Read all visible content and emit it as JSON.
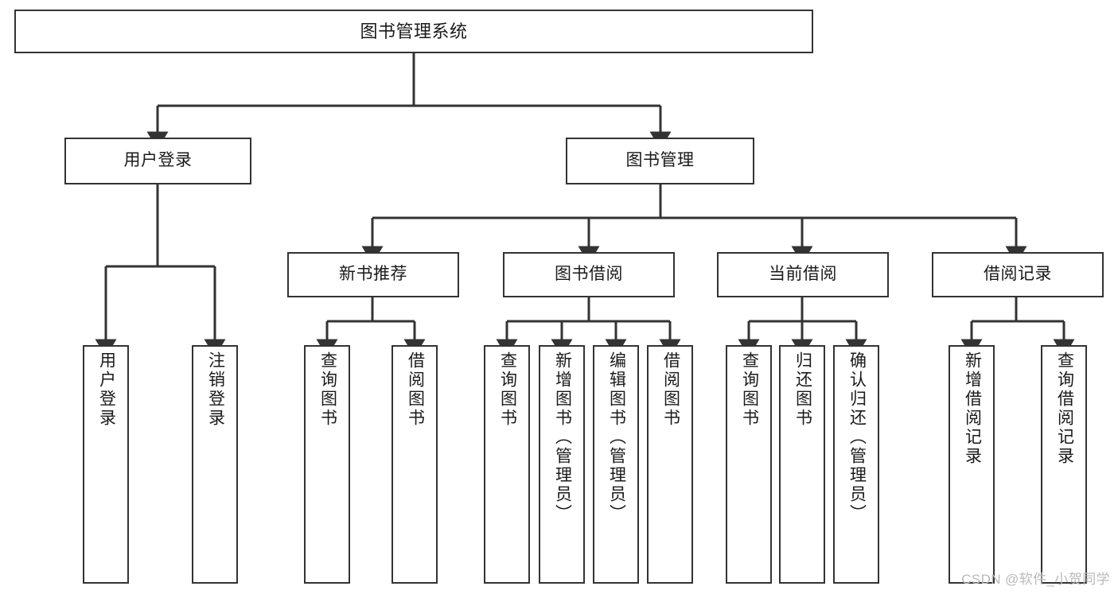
{
  "diagram": {
    "title": "图书管理系统",
    "type": "tree-hierarchy-chart",
    "colors": {
      "box_border": "#333333",
      "box_fill": "#ffffff",
      "connector": "#333333",
      "text": "#1a1a1a",
      "watermark": "#b9b9b9"
    },
    "root": {
      "label": "图书管理系统"
    },
    "level2": [
      {
        "label": "用户登录"
      },
      {
        "label": "图书管理"
      }
    ],
    "level3": [
      {
        "label": "新书推荐"
      },
      {
        "label": "图书借阅"
      },
      {
        "label": "当前借阅"
      },
      {
        "label": "借阅记录"
      }
    ],
    "leaves": {
      "user_login": [
        {
          "label": "用户登录"
        },
        {
          "label": "注销登录"
        }
      ],
      "new_book_recommend": [
        {
          "label": "查询图书"
        },
        {
          "label": "借阅图书"
        }
      ],
      "book_borrow": [
        {
          "label": "查询图书"
        },
        {
          "label": "新增图书（管理员）"
        },
        {
          "label": "编辑图书（管理员）"
        },
        {
          "label": "借阅图书"
        }
      ],
      "current_borrow": [
        {
          "label": "查询图书"
        },
        {
          "label": "归还图书"
        },
        {
          "label": "确认归还（管理员）"
        }
      ],
      "borrow_record": [
        {
          "label": "新增借阅记录"
        },
        {
          "label": "查询借阅记录"
        }
      ]
    }
  },
  "watermark": {
    "text": "CSDN @软件_小贺同学"
  }
}
